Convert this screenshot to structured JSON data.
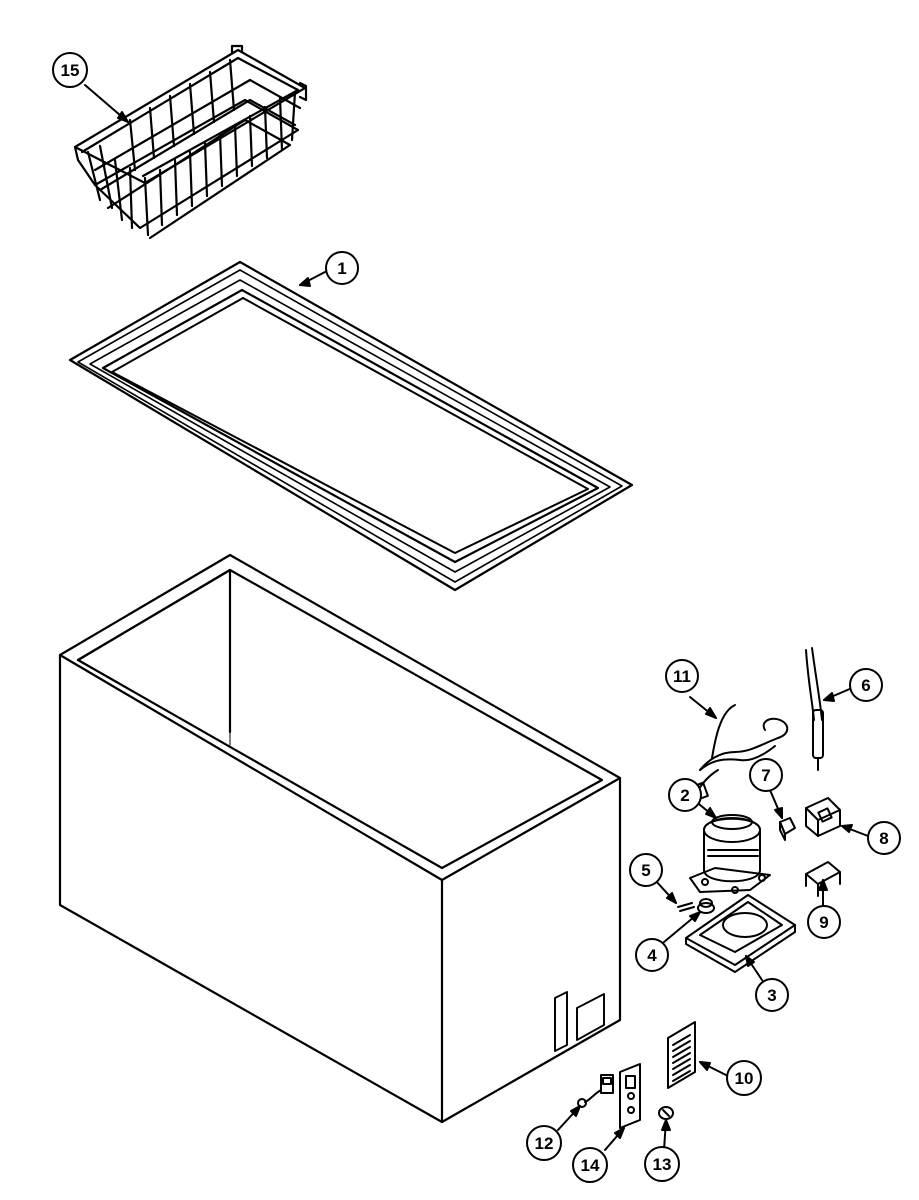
{
  "diagram": {
    "callouts": [
      {
        "id": "1",
        "label": "1",
        "part": "gasket"
      },
      {
        "id": "2",
        "label": "2",
        "part": "compressor"
      },
      {
        "id": "3",
        "label": "3",
        "part": "compressor-base-plate"
      },
      {
        "id": "4",
        "label": "4",
        "part": "grommet"
      },
      {
        "id": "5",
        "label": "5",
        "part": "clip"
      },
      {
        "id": "6",
        "label": "6",
        "part": "thermostat-probe"
      },
      {
        "id": "7",
        "label": "7",
        "part": "relay"
      },
      {
        "id": "8",
        "label": "8",
        "part": "overload-bracket"
      },
      {
        "id": "9",
        "label": "9",
        "part": "terminal-cover"
      },
      {
        "id": "10",
        "label": "10",
        "part": "grille"
      },
      {
        "id": "11",
        "label": "11",
        "part": "power-cord"
      },
      {
        "id": "12",
        "label": "12",
        "part": "light-socket"
      },
      {
        "id": "13",
        "label": "13",
        "part": "knob"
      },
      {
        "id": "14",
        "label": "14",
        "part": "control-panel"
      },
      {
        "id": "15",
        "label": "15",
        "part": "wire-basket"
      }
    ]
  }
}
